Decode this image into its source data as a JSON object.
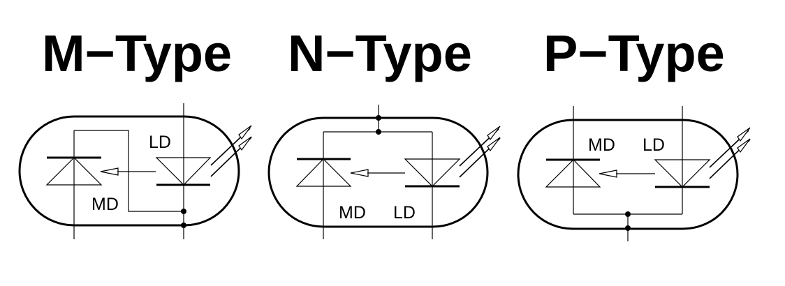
{
  "diagrams": [
    {
      "title": "M−Type",
      "md_label": "MD",
      "ld_label": "LD"
    },
    {
      "title": "N−Type",
      "md_label": "MD",
      "ld_label": "LD"
    },
    {
      "title": "P−Type",
      "md_label": "MD",
      "ld_label": "LD"
    }
  ]
}
